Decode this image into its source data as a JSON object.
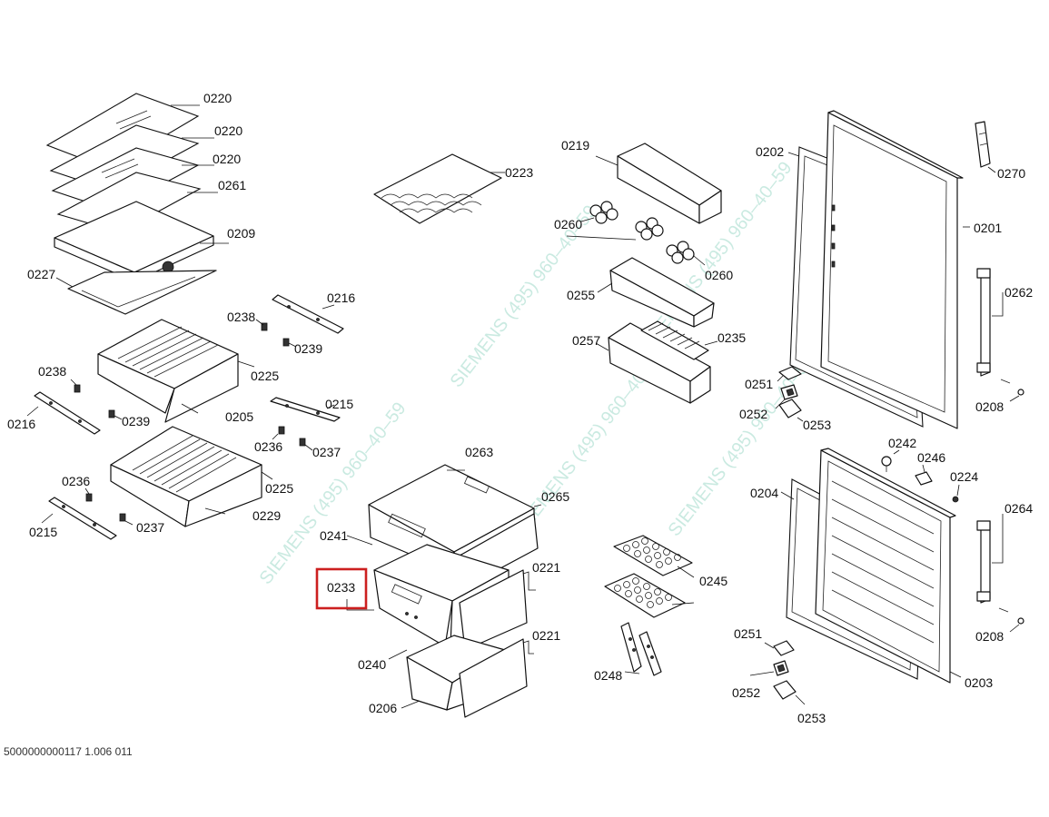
{
  "labels": {
    "p0220a": "0220",
    "p0220b": "0220",
    "p0220c": "0220",
    "p0261": "0261",
    "p0209": "0209",
    "p0227": "0227",
    "p0216a": "0216",
    "p0238a": "0238",
    "p0239a": "0239",
    "p0225a": "0225",
    "p0238b": "0238",
    "p0216b": "0216",
    "p0239b": "0239",
    "p0205": "0205",
    "p0215a": "0215",
    "p0236a": "0236",
    "p0237a": "0237",
    "p0225b": "0225",
    "p0236b": "0236",
    "p0229": "0229",
    "p0215b": "0215",
    "p0237b": "0237",
    "p0223": "0223",
    "p0219": "0219",
    "p0260a": "0260",
    "p0260b": "0260",
    "p0255": "0255",
    "p0257": "0257",
    "p0235": "0235",
    "p0263": "0263",
    "p0265": "0265",
    "p0241": "0241",
    "p0233": "0233",
    "p0221a": "0221",
    "p0221b": "0221",
    "p0240": "0240",
    "p0206": "0206",
    "p0245": "0245",
    "p0248": "0248",
    "p0202": "0202",
    "p0270": "0270",
    "p0201": "0201",
    "p0262": "0262",
    "p0251a": "0251",
    "p0252a": "0252",
    "p0253a": "0253",
    "p0208a": "0208",
    "p0242": "0242",
    "p0246": "0246",
    "p0224": "0224",
    "p0204": "0204",
    "p0264": "0264",
    "p0208b": "0208",
    "p0251b": "0251",
    "p0252b": "0252",
    "p0203": "0203",
    "p0253b": "0253"
  },
  "highlighted_part": "0233",
  "highlight_color": "#cc1f1f",
  "watermark": {
    "text": "SIEMENS (495) 960–40–59",
    "color": "#9fd9c9"
  },
  "footer_text": "5000000000117 1.006 011"
}
